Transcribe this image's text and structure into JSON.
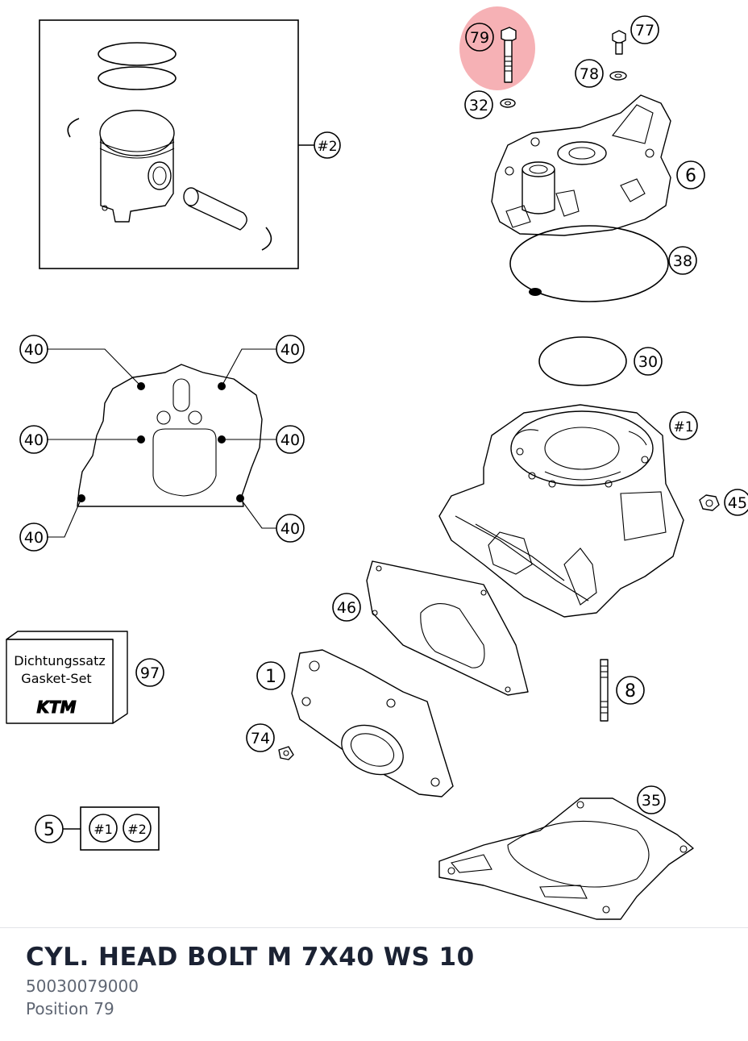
{
  "diagram": {
    "highlight_color": "#f4a3a8",
    "callouts": {
      "c79": "79",
      "c77": "77",
      "c78": "78",
      "c32": "32",
      "c6": "6",
      "c38": "38",
      "c30": "30",
      "c1h": "#1",
      "c45": "45",
      "c46": "46",
      "c8": "8",
      "c1": "1",
      "c74": "74",
      "c35": "35",
      "c97": "97",
      "c2": "#2",
      "c5": "5",
      "set1": "#1",
      "set2": "#2",
      "c40": "40"
    },
    "gasket_box": {
      "line1": "Dichtungssatz",
      "line2": "Gasket-Set",
      "brand": "KTM"
    }
  },
  "part": {
    "name": "CYL. HEAD BOLT M 7X40 WS 10",
    "number": "50030079000",
    "position": "Position 79"
  }
}
